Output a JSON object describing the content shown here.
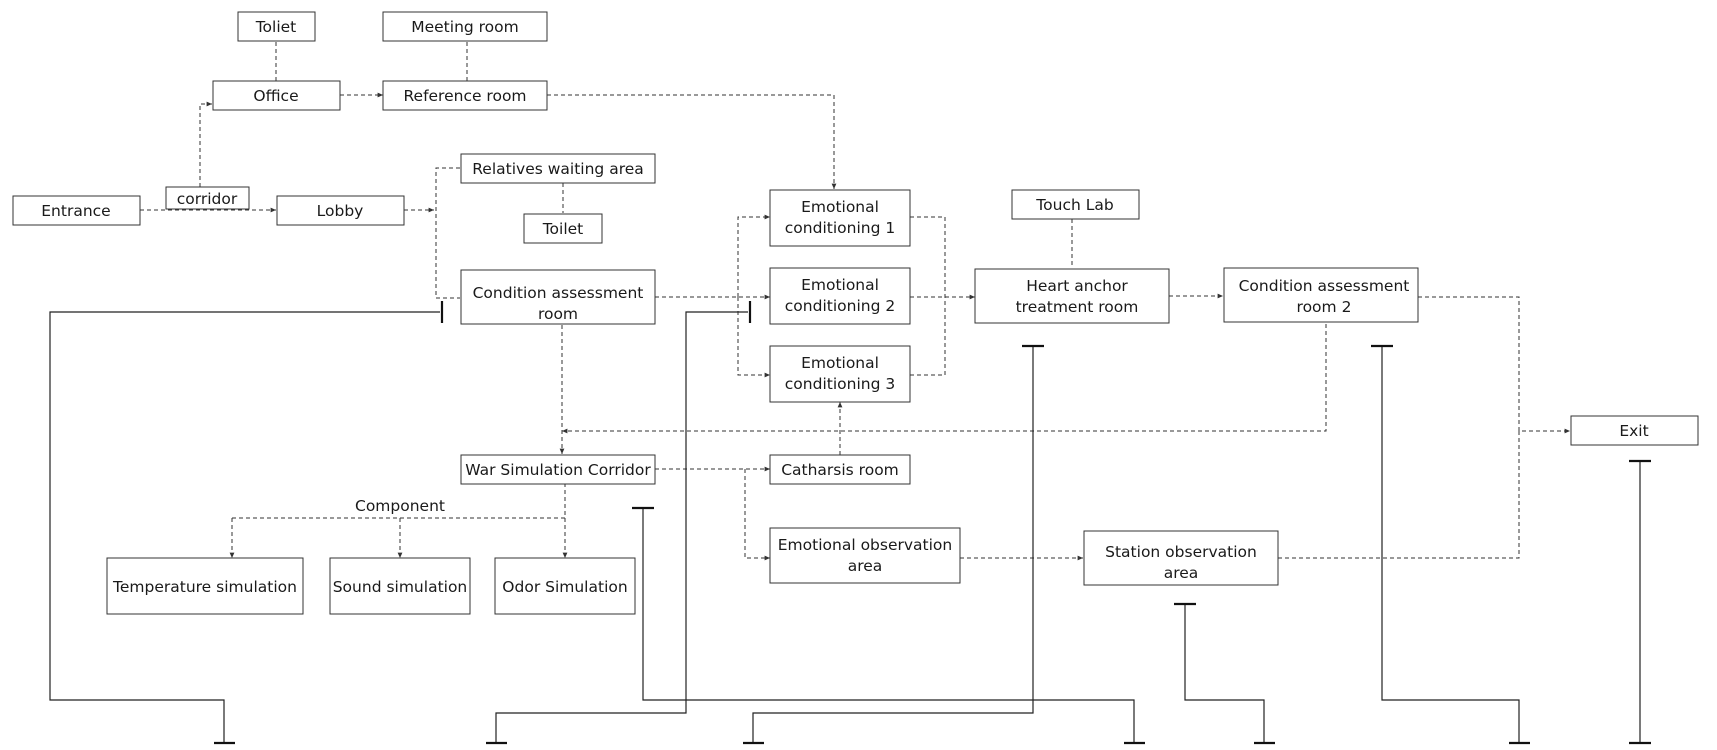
{
  "nodes": {
    "toliet": "Toliet",
    "meeting_room": "Meeting room",
    "office": "Office",
    "reference_room": "Reference room",
    "entrance": "Entrance",
    "corridor": "corridor",
    "lobby": "Lobby",
    "relatives_waiting_area": "Relatives waiting area",
    "toilet": "Toilet",
    "condition_assessment_room": [
      "Condition assessment",
      "room"
    ],
    "emotional_conditioning_1": [
      "Emotional",
      "conditioning 1"
    ],
    "emotional_conditioning_2": [
      "Emotional",
      "conditioning 2"
    ],
    "emotional_conditioning_3": [
      "Emotional",
      "conditioning 3"
    ],
    "touch_lab": "Touch Lab",
    "heart_anchor_treatment_room": [
      "Heart anchor",
      "treatment room"
    ],
    "condition_assessment_room_2": [
      "Condition assessment",
      "room 2"
    ],
    "exit": "Exit",
    "war_simulation_corridor": "War Simulation Corridor",
    "catharsis_room": "Catharsis room",
    "component_label": "Component",
    "temperature_simulation": "Temperature simulation",
    "sound_simulation": "Sound simulation",
    "odor_simulation": "Odor Simulation",
    "emotional_observation_area": [
      "Emotional observation",
      "area"
    ],
    "station_observation_area": [
      "Station observation",
      "area"
    ]
  }
}
